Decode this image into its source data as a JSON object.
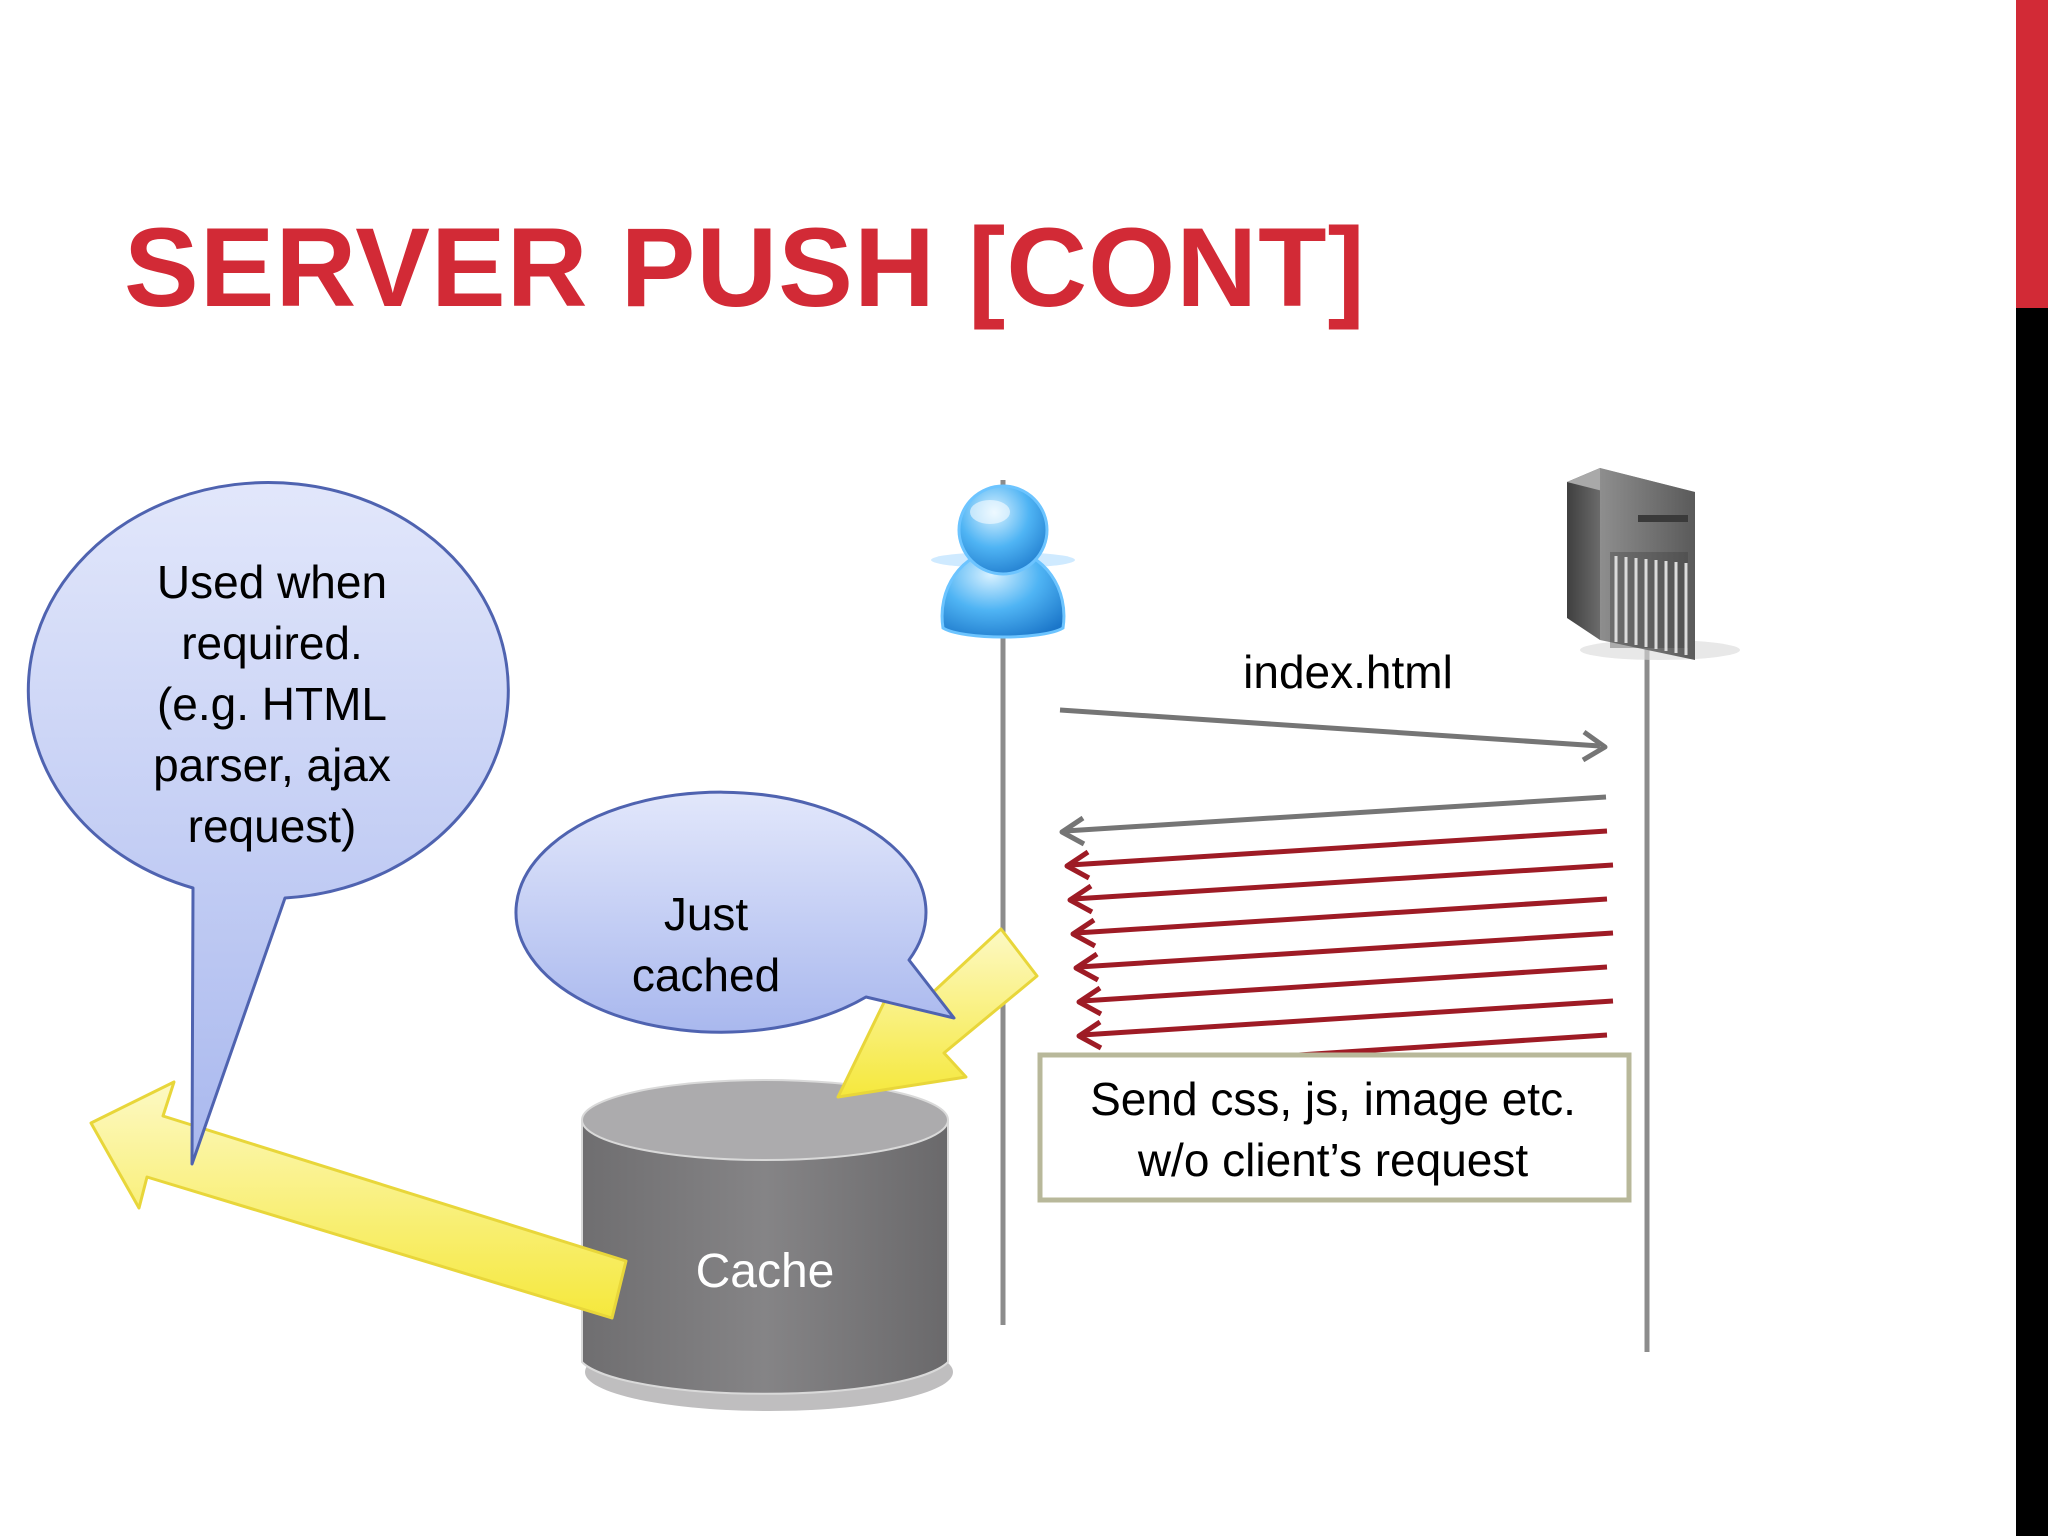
{
  "slide": {
    "title": "SERVER PUSH [CONT]",
    "accent_color": "#d22a36",
    "edge_color": "#000000"
  },
  "diagram": {
    "client_icon": "user-icon",
    "server_icon": "server-tower-icon",
    "request_label": "index.html",
    "push_box": {
      "line1": "Send css, js, image etc.",
      "line2": "w/o client’s request"
    },
    "cache_label": "Cache",
    "bubble_used": {
      "lines": [
        "Used when",
        "required.",
        "(e.g. HTML",
        "parser, ajax",
        "request)"
      ]
    },
    "bubble_cached": {
      "lines": [
        "Just",
        "cached"
      ]
    },
    "pushed_stream_count": 7,
    "colors": {
      "lifeline": "#8c8c8c",
      "push_arrow": "#9e1b25",
      "bubble_fill": "#c3cdf5",
      "bubble_stroke": "#4f63b0",
      "block_arrow": "#fbf28a",
      "cache_body": "#7b7a7b"
    }
  }
}
